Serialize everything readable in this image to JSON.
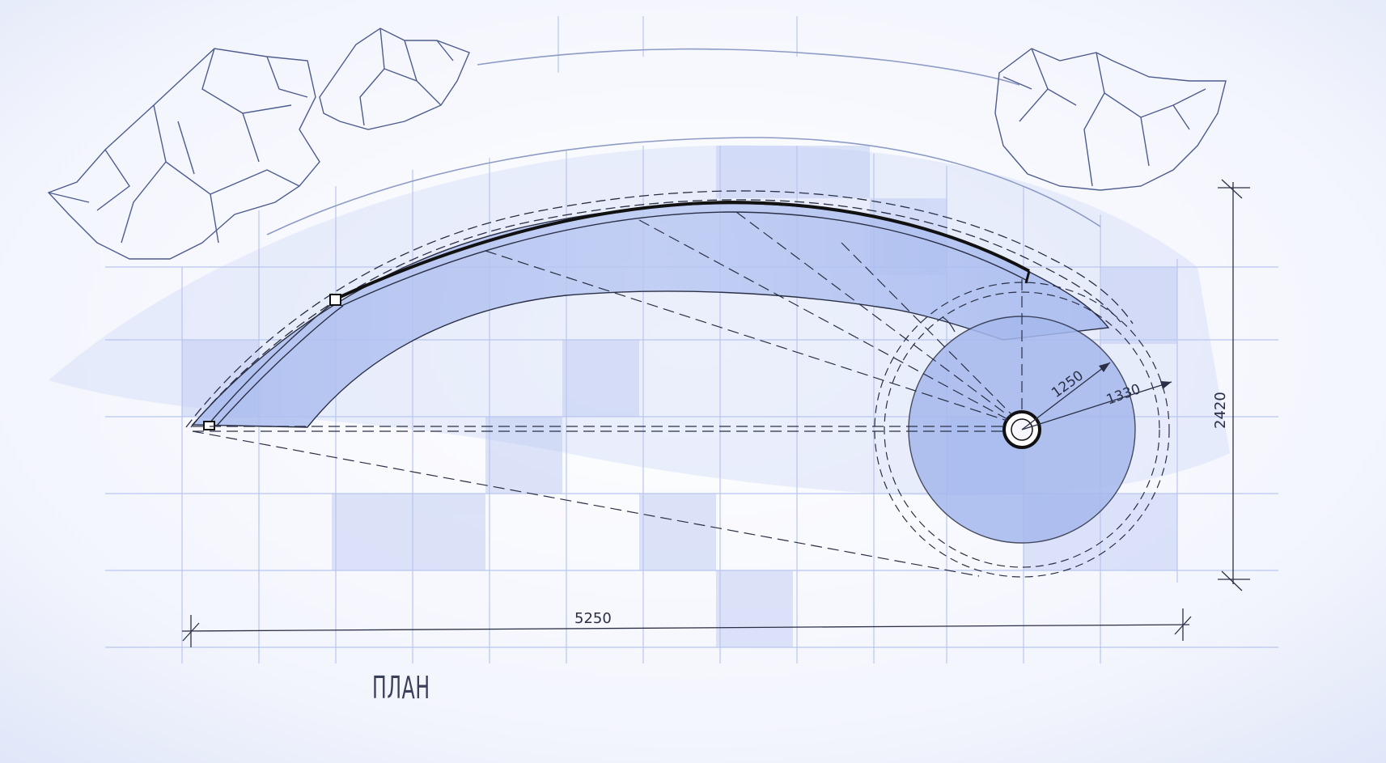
{
  "drawing": {
    "caption": "ПЛАН",
    "dimensions": {
      "overall_length": "5250",
      "overall_width": "2420",
      "inner_radius": "1250",
      "outer_radius": "1330"
    },
    "colors": {
      "paper": "#eef1fb",
      "wash": "#9fb3ea",
      "grid": "#b9c6ee",
      "ink": "#2a2f45"
    }
  }
}
